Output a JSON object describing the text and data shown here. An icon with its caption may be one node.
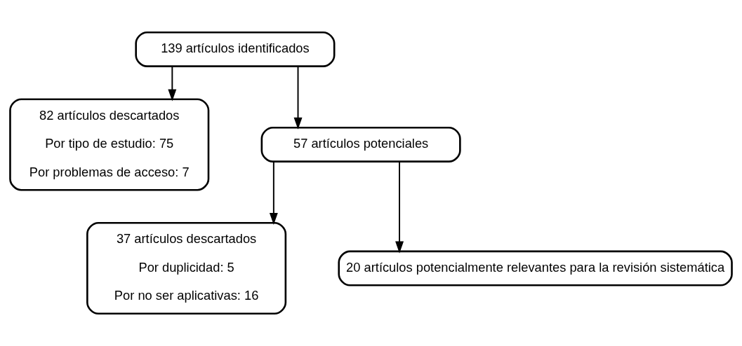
{
  "diagram": {
    "nodes": [
      {
        "text": [
          "139 artículos identificados"
        ]
      },
      {
        "text": [
          "82 artículos descartados",
          "Por tipo de estudio: 75",
          "Por problemas de acceso: 7"
        ]
      },
      {
        "text": [
          "57 artículos potenciales"
        ]
      },
      {
        "text": [
          "37 artículos descartados",
          "Por duplicidad: 5",
          "Por no ser aplicativas: 16"
        ]
      },
      {
        "text": [
          "20 artículos potencialmente relevantes para la revisión sistemática"
        ]
      }
    ],
    "edges": [
      {
        "from": 0,
        "to": 2,
        "arrow": "to"
      },
      {
        "from": 0,
        "to": 1,
        "arrow": "to"
      },
      {
        "from": 2,
        "to": 4,
        "arrow": "to"
      },
      {
        "from": 2,
        "to": 3,
        "arrow": "to"
      }
    ]
  }
}
